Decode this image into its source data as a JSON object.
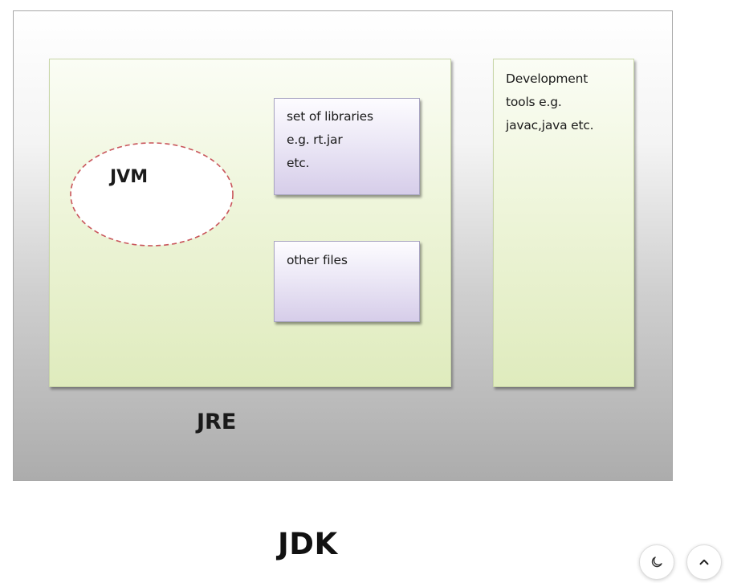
{
  "diagram": {
    "jvm": {
      "label": "JVM"
    },
    "libraries": {
      "label": "set of libraries\ne.g. rt.jar\netc."
    },
    "other_files": {
      "label": "other files"
    },
    "dev_tools": {
      "label": "Development\ntools e.g.\njavac,java etc."
    },
    "jre": {
      "label": "JRE"
    },
    "jdk": {
      "label": "JDK"
    }
  },
  "controls": {
    "theme_toggle_icon": "moon-icon",
    "scroll_top_icon": "chevron-up-icon"
  },
  "colors": {
    "jvm_border": "#c9555b",
    "jre_fill": "#e4eecb",
    "library_fill": "#ddd5ee",
    "jdk_fill_bottom": "#acacac"
  }
}
